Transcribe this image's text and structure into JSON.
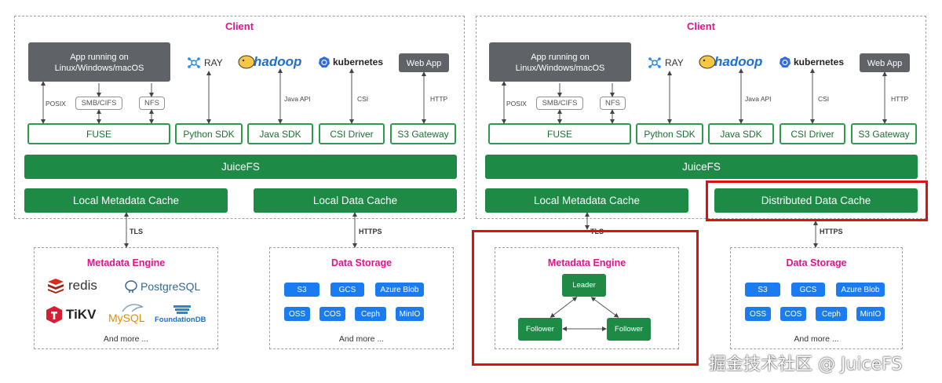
{
  "left": {
    "client_label": "Client",
    "app_box": "App running on\nLinux/Windows/macOS",
    "ray_label": "RAY",
    "hadoop_label": "hadoop",
    "k8s_label": "kubernetes",
    "webapp_label": "Web App",
    "posix": "POSIX",
    "smb": "SMB/CIFS",
    "nfs": "NFS",
    "java_api": "Java API",
    "csi": "CSI",
    "http": "HTTP",
    "fuse": "FUSE",
    "python_sdk": "Python SDK",
    "java_sdk": "Java SDK",
    "csi_driver": "CSI Driver",
    "s3_gateway": "S3 Gateway",
    "juicefs": "JuiceFS",
    "meta_cache": "Local Metadata Cache",
    "data_cache": "Local Data Cache",
    "tls": "TLS",
    "https": "HTTPS",
    "meta_engine_title": "Metadata Engine",
    "logos": {
      "redis": "redis",
      "postgres": "PostgreSQL",
      "tikv": "TiKV",
      "mysql": "MySQL",
      "foundationdb": "FoundationDB"
    },
    "meta_more": "And more ...",
    "data_storage_title": "Data Storage",
    "storage_items": [
      "S3",
      "GCS",
      "Azure Blob",
      "OSS",
      "COS",
      "Ceph",
      "MinIO"
    ],
    "data_more": "And more ..."
  },
  "right": {
    "client_label": "Client",
    "app_box": "App running on\nLinux/Windows/macOS",
    "ray_label": "RAY",
    "hadoop_label": "hadoop",
    "k8s_label": "kubernetes",
    "webapp_label": "Web App",
    "posix": "POSIX",
    "smb": "SMB/CIFS",
    "nfs": "NFS",
    "java_api": "Java API",
    "csi": "CSI",
    "http": "HTTP",
    "fuse": "FUSE",
    "python_sdk": "Python SDK",
    "java_sdk": "Java SDK",
    "csi_driver": "CSI Driver",
    "s3_gateway": "S3 Gateway",
    "juicefs": "JuiceFS",
    "meta_cache": "Local Metadata Cache",
    "data_cache": "Distributed Data Cache",
    "tls": "TLS",
    "https": "HTTPS",
    "meta_engine_title": "Metadata Engine",
    "leader": "Leader",
    "follower_left": "Follower",
    "follower_right": "Follower",
    "data_storage_title": "Data Storage",
    "storage_items": [
      "S3",
      "GCS",
      "Azure Blob",
      "OSS",
      "COS",
      "Ceph",
      "MinIO"
    ],
    "data_more": "And more ..."
  },
  "watermark": "掘金技术社区 @ JuiceFS",
  "colors": {
    "green": "#1d8a45",
    "magenta": "#e0148c",
    "blue": "#1a7cf0",
    "red": "#e01010",
    "gray": "#5f6368"
  }
}
